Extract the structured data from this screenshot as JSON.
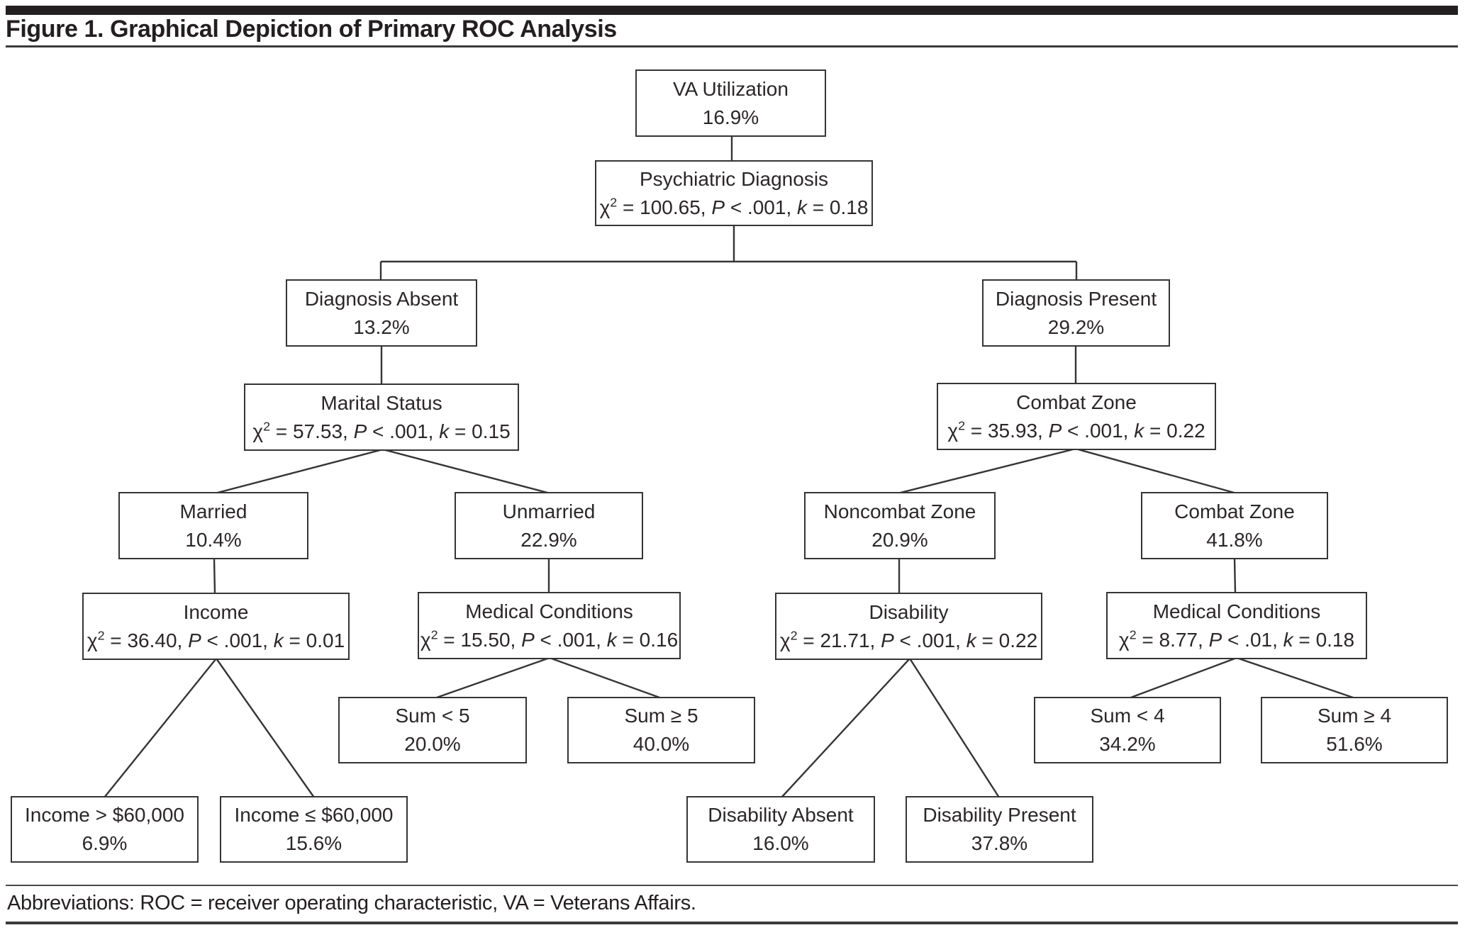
{
  "figure": {
    "title": "Figure 1. Graphical Depiction of Primary ROC Analysis",
    "footnote": "Abbreviations: ROC = receiver operating characteristic, VA = Veterans Affairs."
  },
  "nodes": {
    "va": {
      "label": "VA Utilization",
      "value": "16.9%"
    },
    "psych": {
      "label": "Psychiatric Diagnosis",
      "stats": [
        {
          "t": "χ"
        },
        {
          "t": "2",
          "style": "sup"
        },
        {
          "t": " = 100.65, "
        },
        {
          "t": "P",
          "style": "i"
        },
        {
          "t": " < .001, "
        },
        {
          "t": "k",
          "style": "i"
        },
        {
          "t": " = 0.18"
        }
      ]
    },
    "diag_absent": {
      "label": "Diagnosis Absent",
      "value": "13.2%"
    },
    "diag_present": {
      "label": "Diagnosis Present",
      "value": "29.2%"
    },
    "marital": {
      "label": "Marital Status",
      "stats": [
        {
          "t": "χ"
        },
        {
          "t": "2",
          "style": "sup"
        },
        {
          "t": " = 57.53, "
        },
        {
          "t": "P",
          "style": "i"
        },
        {
          "t": " < .001, "
        },
        {
          "t": "k",
          "style": "i"
        },
        {
          "t": " = 0.15"
        }
      ]
    },
    "combat_parent": {
      "label": "Combat Zone",
      "stats": [
        {
          "t": "χ"
        },
        {
          "t": "2",
          "style": "sup"
        },
        {
          "t": " = 35.93, "
        },
        {
          "t": "P",
          "style": "i"
        },
        {
          "t": " < .001, "
        },
        {
          "t": "k",
          "style": "i"
        },
        {
          "t": " = 0.22"
        }
      ]
    },
    "married": {
      "label": "Married",
      "value": "10.4%"
    },
    "unmarried": {
      "label": "Unmarried",
      "value": "22.9%"
    },
    "noncombat": {
      "label": "Noncombat Zone",
      "value": "20.9%"
    },
    "combat_child": {
      "label": "Combat Zone",
      "value": "41.8%"
    },
    "income": {
      "label": "Income",
      "stats": [
        {
          "t": "χ"
        },
        {
          "t": "2",
          "style": "sup"
        },
        {
          "t": " = 36.40, "
        },
        {
          "t": "P",
          "style": "i"
        },
        {
          "t": " < .001, "
        },
        {
          "t": "k",
          "style": "i"
        },
        {
          "t": " = 0.01"
        }
      ]
    },
    "medcond_left": {
      "label": "Medical Conditions",
      "stats": [
        {
          "t": "χ"
        },
        {
          "t": "2",
          "style": "sup"
        },
        {
          "t": " = 15.50, "
        },
        {
          "t": "P",
          "style": "i"
        },
        {
          "t": " < .001, "
        },
        {
          "t": "k",
          "style": "i"
        },
        {
          "t": " = 0.16"
        }
      ]
    },
    "disability": {
      "label": "Disability",
      "stats": [
        {
          "t": "χ"
        },
        {
          "t": "2",
          "style": "sup"
        },
        {
          "t": " = 21.71, "
        },
        {
          "t": "P",
          "style": "i"
        },
        {
          "t": " < .001, "
        },
        {
          "t": "k",
          "style": "i"
        },
        {
          "t": " = 0.22"
        }
      ]
    },
    "medcond_right": {
      "label": "Medical Conditions",
      "stats": [
        {
          "t": "χ"
        },
        {
          "t": "2",
          "style": "sup"
        },
        {
          "t": " = 8.77, "
        },
        {
          "t": "P",
          "style": "i"
        },
        {
          "t": " < .01, "
        },
        {
          "t": "k",
          "style": "i"
        },
        {
          "t": " = 0.18"
        }
      ]
    },
    "sum_lt5": {
      "label": "Sum < 5",
      "value": "20.0%"
    },
    "sum_ge5": {
      "label": "Sum ≥ 5",
      "value": "40.0%"
    },
    "sum_lt4": {
      "label": "Sum < 4",
      "value": "34.2%"
    },
    "sum_ge4": {
      "label": "Sum ≥ 4",
      "value": "51.6%"
    },
    "income_gt": {
      "label": "Income > $60,000",
      "value": "6.9%"
    },
    "income_le": {
      "label": "Income ≤ $60,000",
      "value": "15.6%"
    },
    "dis_absent": {
      "label": "Disability Absent",
      "value": "16.0%"
    },
    "dis_present": {
      "label": "Disability Present",
      "value": "37.8%"
    }
  }
}
